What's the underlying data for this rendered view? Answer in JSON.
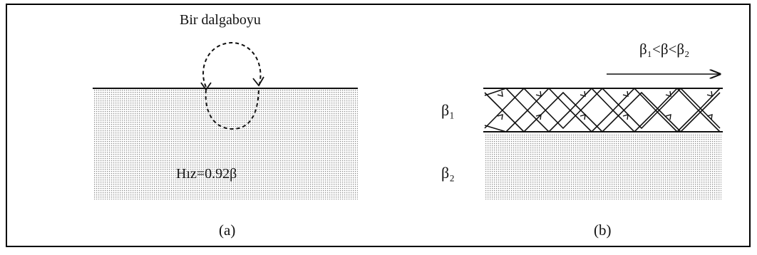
{
  "panel_a": {
    "top_label": "Bir dalgaboyu",
    "velocity_label": "Hız=0.92β",
    "caption": "(a)"
  },
  "panel_b": {
    "arrow_label": "β₁<β<β₂",
    "layer1_label": "β₁",
    "layer2_label": "β₂",
    "caption": "(b)"
  },
  "colors": {
    "stroke": "#111111",
    "stipple": "#8a8a8a"
  }
}
